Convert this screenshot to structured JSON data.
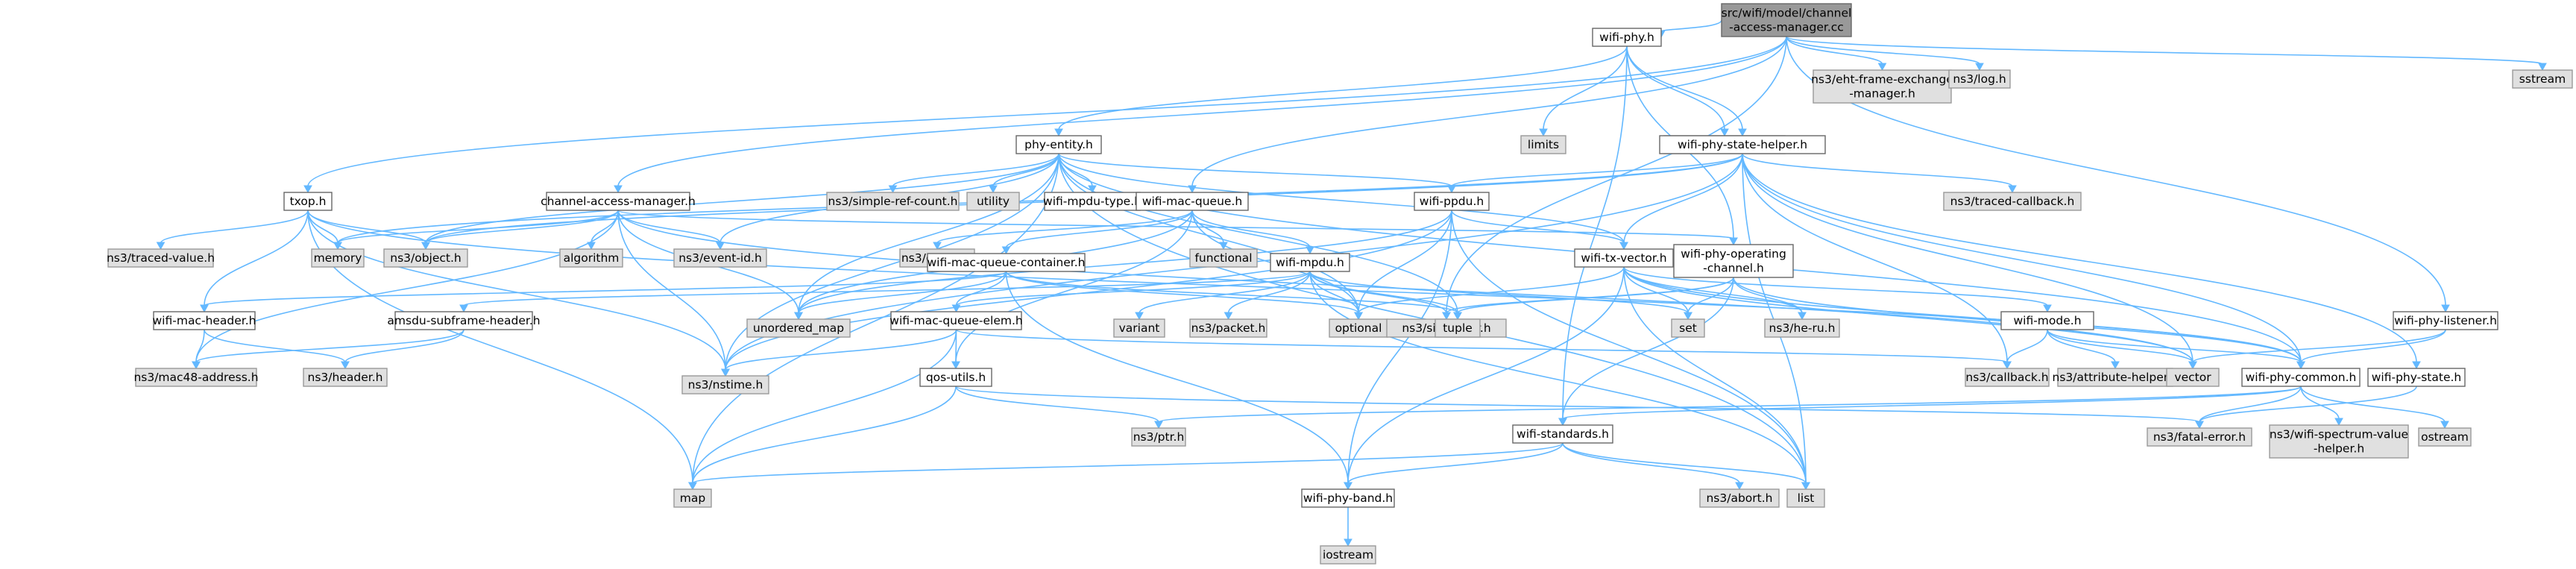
{
  "graph": {
    "nodes": {
      "src": {
        "lines": [
          "src/wifi/model/channel",
          "-access-manager.cc"
        ],
        "kind": "root"
      },
      "phy": {
        "lines": [
          "wifi-phy.h"
        ],
        "kind": "file"
      },
      "ehtf": {
        "lines": [
          "ns3/eht-frame-exchange",
          "-manager.h"
        ],
        "kind": "external"
      },
      "log": {
        "lines": [
          "ns3/log.h"
        ],
        "kind": "external"
      },
      "sst": {
        "lines": [
          "sstream"
        ],
        "kind": "external"
      },
      "lim": {
        "lines": [
          "limits"
        ],
        "kind": "external"
      },
      "errm": {
        "lines": [
          "ns3/error-model.h"
        ],
        "kind": "external"
      },
      "pent": {
        "lines": [
          "phy-entity.h"
        ],
        "kind": "file"
      },
      "psh": {
        "lines": [
          "wifi-phy-state-helper.h"
        ],
        "kind": "file"
      },
      "txop": {
        "lines": [
          "txop.h"
        ],
        "kind": "file"
      },
      "cam": {
        "lines": [
          "channel-access-manager.h"
        ],
        "kind": "file"
      },
      "srf": {
        "lines": [
          "ns3/simple-ref-count.h"
        ],
        "kind": "external"
      },
      "util": {
        "lines": [
          "utility"
        ],
        "kind": "external"
      },
      "mpt": {
        "lines": [
          "wifi-mpdu-type.h"
        ],
        "kind": "file"
      },
      "wmq": {
        "lines": [
          "wifi-mac-queue.h"
        ],
        "kind": "file"
      },
      "ppdu": {
        "lines": [
          "wifi-ppdu.h"
        ],
        "kind": "file"
      },
      "tcb": {
        "lines": [
          "ns3/traced-callback.h"
        ],
        "kind": "external"
      },
      "tval": {
        "lines": [
          "ns3/traced-value.h"
        ],
        "kind": "external"
      },
      "mem": {
        "lines": [
          "memory"
        ],
        "kind": "external"
      },
      "obj": {
        "lines": [
          "ns3/object.h"
        ],
        "kind": "external"
      },
      "alg": {
        "lines": [
          "algorithm"
        ],
        "kind": "external"
      },
      "evid": {
        "lines": [
          "ns3/event-id.h"
        ],
        "kind": "external"
      },
      "que": {
        "lines": [
          "ns3/queue.h"
        ],
        "kind": "external"
      },
      "func": {
        "lines": [
          "functional"
        ],
        "kind": "external"
      },
      "poc": {
        "lines": [
          "wifi-phy-operating",
          "-channel.h"
        ],
        "kind": "file"
      },
      "txv": {
        "lines": [
          "wifi-tx-vector.h"
        ],
        "kind": "file"
      },
      "qcont": {
        "lines": [
          "wifi-mac-queue-container.h"
        ],
        "kind": "file"
      },
      "mpdu": {
        "lines": [
          "wifi-mpdu.h"
        ],
        "kind": "file"
      },
      "mhdr": {
        "lines": [
          "wifi-mac-header.h"
        ],
        "kind": "file"
      },
      "amsdu": {
        "lines": [
          "amsdu-subframe-header.h"
        ],
        "kind": "file"
      },
      "umap": {
        "lines": [
          "unordered_map"
        ],
        "kind": "external"
      },
      "var": {
        "lines": [
          "variant"
        ],
        "kind": "external"
      },
      "pkt": {
        "lines": [
          "ns3/packet.h"
        ],
        "kind": "external"
      },
      "opt": {
        "lines": [
          "optional"
        ],
        "kind": "external"
      },
      "sim": {
        "lines": [
          "ns3/simulator.h"
        ],
        "kind": "external"
      },
      "tup": {
        "lines": [
          "tuple"
        ],
        "kind": "external"
      },
      "set": {
        "lines": [
          "set"
        ],
        "kind": "external"
      },
      "heru": {
        "lines": [
          "ns3/he-ru.h"
        ],
        "kind": "external"
      },
      "pl": {
        "lines": [
          "wifi-phy-listener.h"
        ],
        "kind": "file"
      },
      "wmode": {
        "lines": [
          "wifi-mode.h"
        ],
        "kind": "file"
      },
      "qelem": {
        "lines": [
          "wifi-mac-queue-elem.h"
        ],
        "kind": "file"
      },
      "m48": {
        "lines": [
          "ns3/mac48-address.h"
        ],
        "kind": "external"
      },
      "hdr": {
        "lines": [
          "ns3/header.h"
        ],
        "kind": "external"
      },
      "nst": {
        "lines": [
          "ns3/nstime.h"
        ],
        "kind": "external"
      },
      "qos": {
        "lines": [
          "qos-utils.h"
        ],
        "kind": "file"
      },
      "cb": {
        "lines": [
          "ns3/callback.h"
        ],
        "kind": "external"
      },
      "attr": {
        "lines": [
          "ns3/attribute-helper.h"
        ],
        "kind": "external"
      },
      "vec": {
        "lines": [
          "vector"
        ],
        "kind": "external"
      },
      "pcom": {
        "lines": [
          "wifi-phy-common.h"
        ],
        "kind": "file"
      },
      "pst": {
        "lines": [
          "wifi-phy-state.h"
        ],
        "kind": "file"
      },
      "ptr": {
        "lines": [
          "ns3/ptr.h"
        ],
        "kind": "external"
      },
      "std": {
        "lines": [
          "wifi-standards.h"
        ],
        "kind": "file"
      },
      "fatal": {
        "lines": [
          "ns3/fatal-error.h"
        ],
        "kind": "external"
      },
      "sval": {
        "lines": [
          "ns3/wifi-spectrum-value",
          "-helper.h"
        ],
        "kind": "external"
      },
      "ostr": {
        "lines": [
          "ostream"
        ],
        "kind": "external"
      },
      "map": {
        "lines": [
          "map"
        ],
        "kind": "external"
      },
      "abort": {
        "lines": [
          "ns3/abort.h"
        ],
        "kind": "external"
      },
      "list": {
        "lines": [
          "list"
        ],
        "kind": "external"
      },
      "band": {
        "lines": [
          "wifi-phy-band.h"
        ],
        "kind": "file"
      },
      "ios": {
        "lines": [
          "iostream"
        ],
        "kind": "external"
      }
    },
    "edges": [
      [
        "src",
        "phy"
      ],
      [
        "src",
        "ehtf"
      ],
      [
        "src",
        "log"
      ],
      [
        "src",
        "sst"
      ],
      [
        "src",
        "txop"
      ],
      [
        "src",
        "cam"
      ],
      [
        "src",
        "wmq"
      ],
      [
        "src",
        "pl"
      ],
      [
        "src",
        "sim"
      ],
      [
        "phy",
        "pent"
      ],
      [
        "phy",
        "lim"
      ],
      [
        "phy",
        "errm"
      ],
      [
        "phy",
        "psh"
      ],
      [
        "phy",
        "poc"
      ],
      [
        "phy",
        "std"
      ],
      [
        "pent",
        "srf"
      ],
      [
        "pent",
        "util"
      ],
      [
        "pent",
        "mpt"
      ],
      [
        "pent",
        "ppdu"
      ],
      [
        "pent",
        "txv"
      ],
      [
        "pent",
        "pcom"
      ],
      [
        "pent",
        "evid"
      ],
      [
        "pent",
        "nst"
      ],
      [
        "pent",
        "obj"
      ],
      [
        "pent",
        "opt"
      ],
      [
        "pent",
        "tup"
      ],
      [
        "pent",
        "list"
      ],
      [
        "pent",
        "map"
      ],
      [
        "pent",
        "umap"
      ],
      [
        "psh",
        "ppdu"
      ],
      [
        "psh",
        "tcb"
      ],
      [
        "psh",
        "mem"
      ],
      [
        "psh",
        "obj"
      ],
      [
        "psh",
        "cb"
      ],
      [
        "psh",
        "vec"
      ],
      [
        "psh",
        "pst"
      ],
      [
        "psh",
        "list"
      ],
      [
        "psh",
        "pcom"
      ],
      [
        "psh",
        "txv"
      ],
      [
        "psh",
        "nst"
      ],
      [
        "txop",
        "tval"
      ],
      [
        "txop",
        "mem"
      ],
      [
        "txop",
        "obj"
      ],
      [
        "txop",
        "mhdr"
      ],
      [
        "txop",
        "map"
      ],
      [
        "txop",
        "pcom"
      ],
      [
        "txop",
        "nst"
      ],
      [
        "cam",
        "alg"
      ],
      [
        "cam",
        "mem"
      ],
      [
        "cam",
        "obj"
      ],
      [
        "cam",
        "evid"
      ],
      [
        "cam",
        "nst"
      ],
      [
        "cam",
        "umap"
      ],
      [
        "cam",
        "poc"
      ],
      [
        "cam",
        "vec"
      ],
      [
        "cam",
        "m48"
      ],
      [
        "wmq",
        "qcont"
      ],
      [
        "wmq",
        "que"
      ],
      [
        "wmq",
        "func"
      ],
      [
        "wmq",
        "mpdu"
      ],
      [
        "wmq",
        "opt"
      ],
      [
        "wmq",
        "umap"
      ],
      [
        "wmq",
        "qos"
      ],
      [
        "ppdu",
        "txv"
      ],
      [
        "ppdu",
        "opt"
      ],
      [
        "ppdu",
        "nst"
      ],
      [
        "ppdu",
        "band"
      ],
      [
        "ppdu",
        "list"
      ],
      [
        "ppdu",
        "umap"
      ],
      [
        "poc",
        "sim"
      ],
      [
        "poc",
        "set"
      ],
      [
        "poc",
        "heru"
      ],
      [
        "poc",
        "std"
      ],
      [
        "poc",
        "tup"
      ],
      [
        "poc",
        "pcom"
      ],
      [
        "txv",
        "wmode"
      ],
      [
        "txv",
        "heru"
      ],
      [
        "txv",
        "set"
      ],
      [
        "txv",
        "vec"
      ],
      [
        "txv",
        "list"
      ],
      [
        "txv",
        "band"
      ],
      [
        "txv",
        "pcom"
      ],
      [
        "txv",
        "opt"
      ],
      [
        "qcont",
        "qelem"
      ],
      [
        "qcont",
        "umap"
      ],
      [
        "qcont",
        "opt"
      ],
      [
        "qcont",
        "tup"
      ],
      [
        "qcont",
        "band"
      ],
      [
        "qcont",
        "mhdr"
      ],
      [
        "mpdu",
        "amsdu"
      ],
      [
        "mpdu",
        "var"
      ],
      [
        "mpdu",
        "pkt"
      ],
      [
        "mpdu",
        "opt"
      ],
      [
        "mpdu",
        "sim"
      ],
      [
        "mpdu",
        "tup"
      ],
      [
        "mpdu",
        "set"
      ],
      [
        "mpdu",
        "qelem"
      ],
      [
        "mpdu",
        "list"
      ],
      [
        "mhdr",
        "m48"
      ],
      [
        "mhdr",
        "hdr"
      ],
      [
        "amsdu",
        "m48"
      ],
      [
        "amsdu",
        "hdr"
      ],
      [
        "qelem",
        "nst"
      ],
      [
        "qelem",
        "cb"
      ],
      [
        "qelem",
        "qos"
      ],
      [
        "qelem",
        "map"
      ],
      [
        "qos",
        "ptr"
      ],
      [
        "qos",
        "fatal"
      ],
      [
        "qos",
        "map"
      ],
      [
        "pl",
        "vec"
      ],
      [
        "pl",
        "pcom"
      ],
      [
        "wmode",
        "cb"
      ],
      [
        "wmode",
        "attr"
      ],
      [
        "wmode",
        "vec"
      ],
      [
        "wmode",
        "pcom"
      ],
      [
        "pcom",
        "std"
      ],
      [
        "pcom",
        "ptr"
      ],
      [
        "pcom",
        "fatal"
      ],
      [
        "pcom",
        "sval"
      ],
      [
        "pcom",
        "ostr"
      ],
      [
        "pst",
        "fatal"
      ],
      [
        "std",
        "band"
      ],
      [
        "std",
        "abort"
      ],
      [
        "std",
        "list"
      ],
      [
        "std",
        "map"
      ],
      [
        "band",
        "ios"
      ]
    ]
  }
}
